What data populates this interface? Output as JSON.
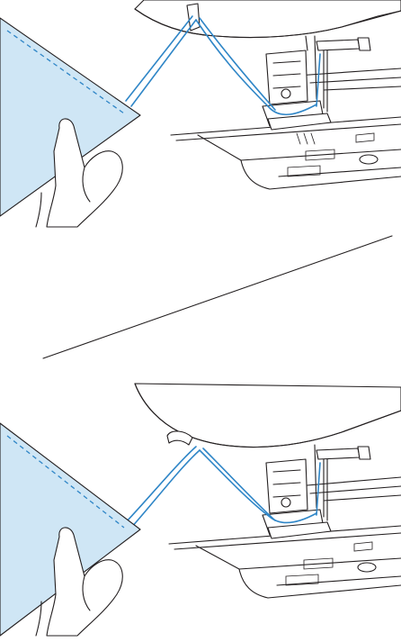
{
  "figure": {
    "panels": [
      {
        "step": "thread-taut-through-guide"
      },
      {
        "step": "thread-released-from-guide"
      }
    ],
    "colors": {
      "thread": "#2f86c7",
      "fabric": "#cfe6f5",
      "line_art": "#231f20",
      "background": "#ffffff"
    },
    "icons": [
      "fabric-piece",
      "left-hand",
      "sewing-machine-head",
      "presser-foot",
      "needle-plate",
      "thread-guide"
    ]
  }
}
